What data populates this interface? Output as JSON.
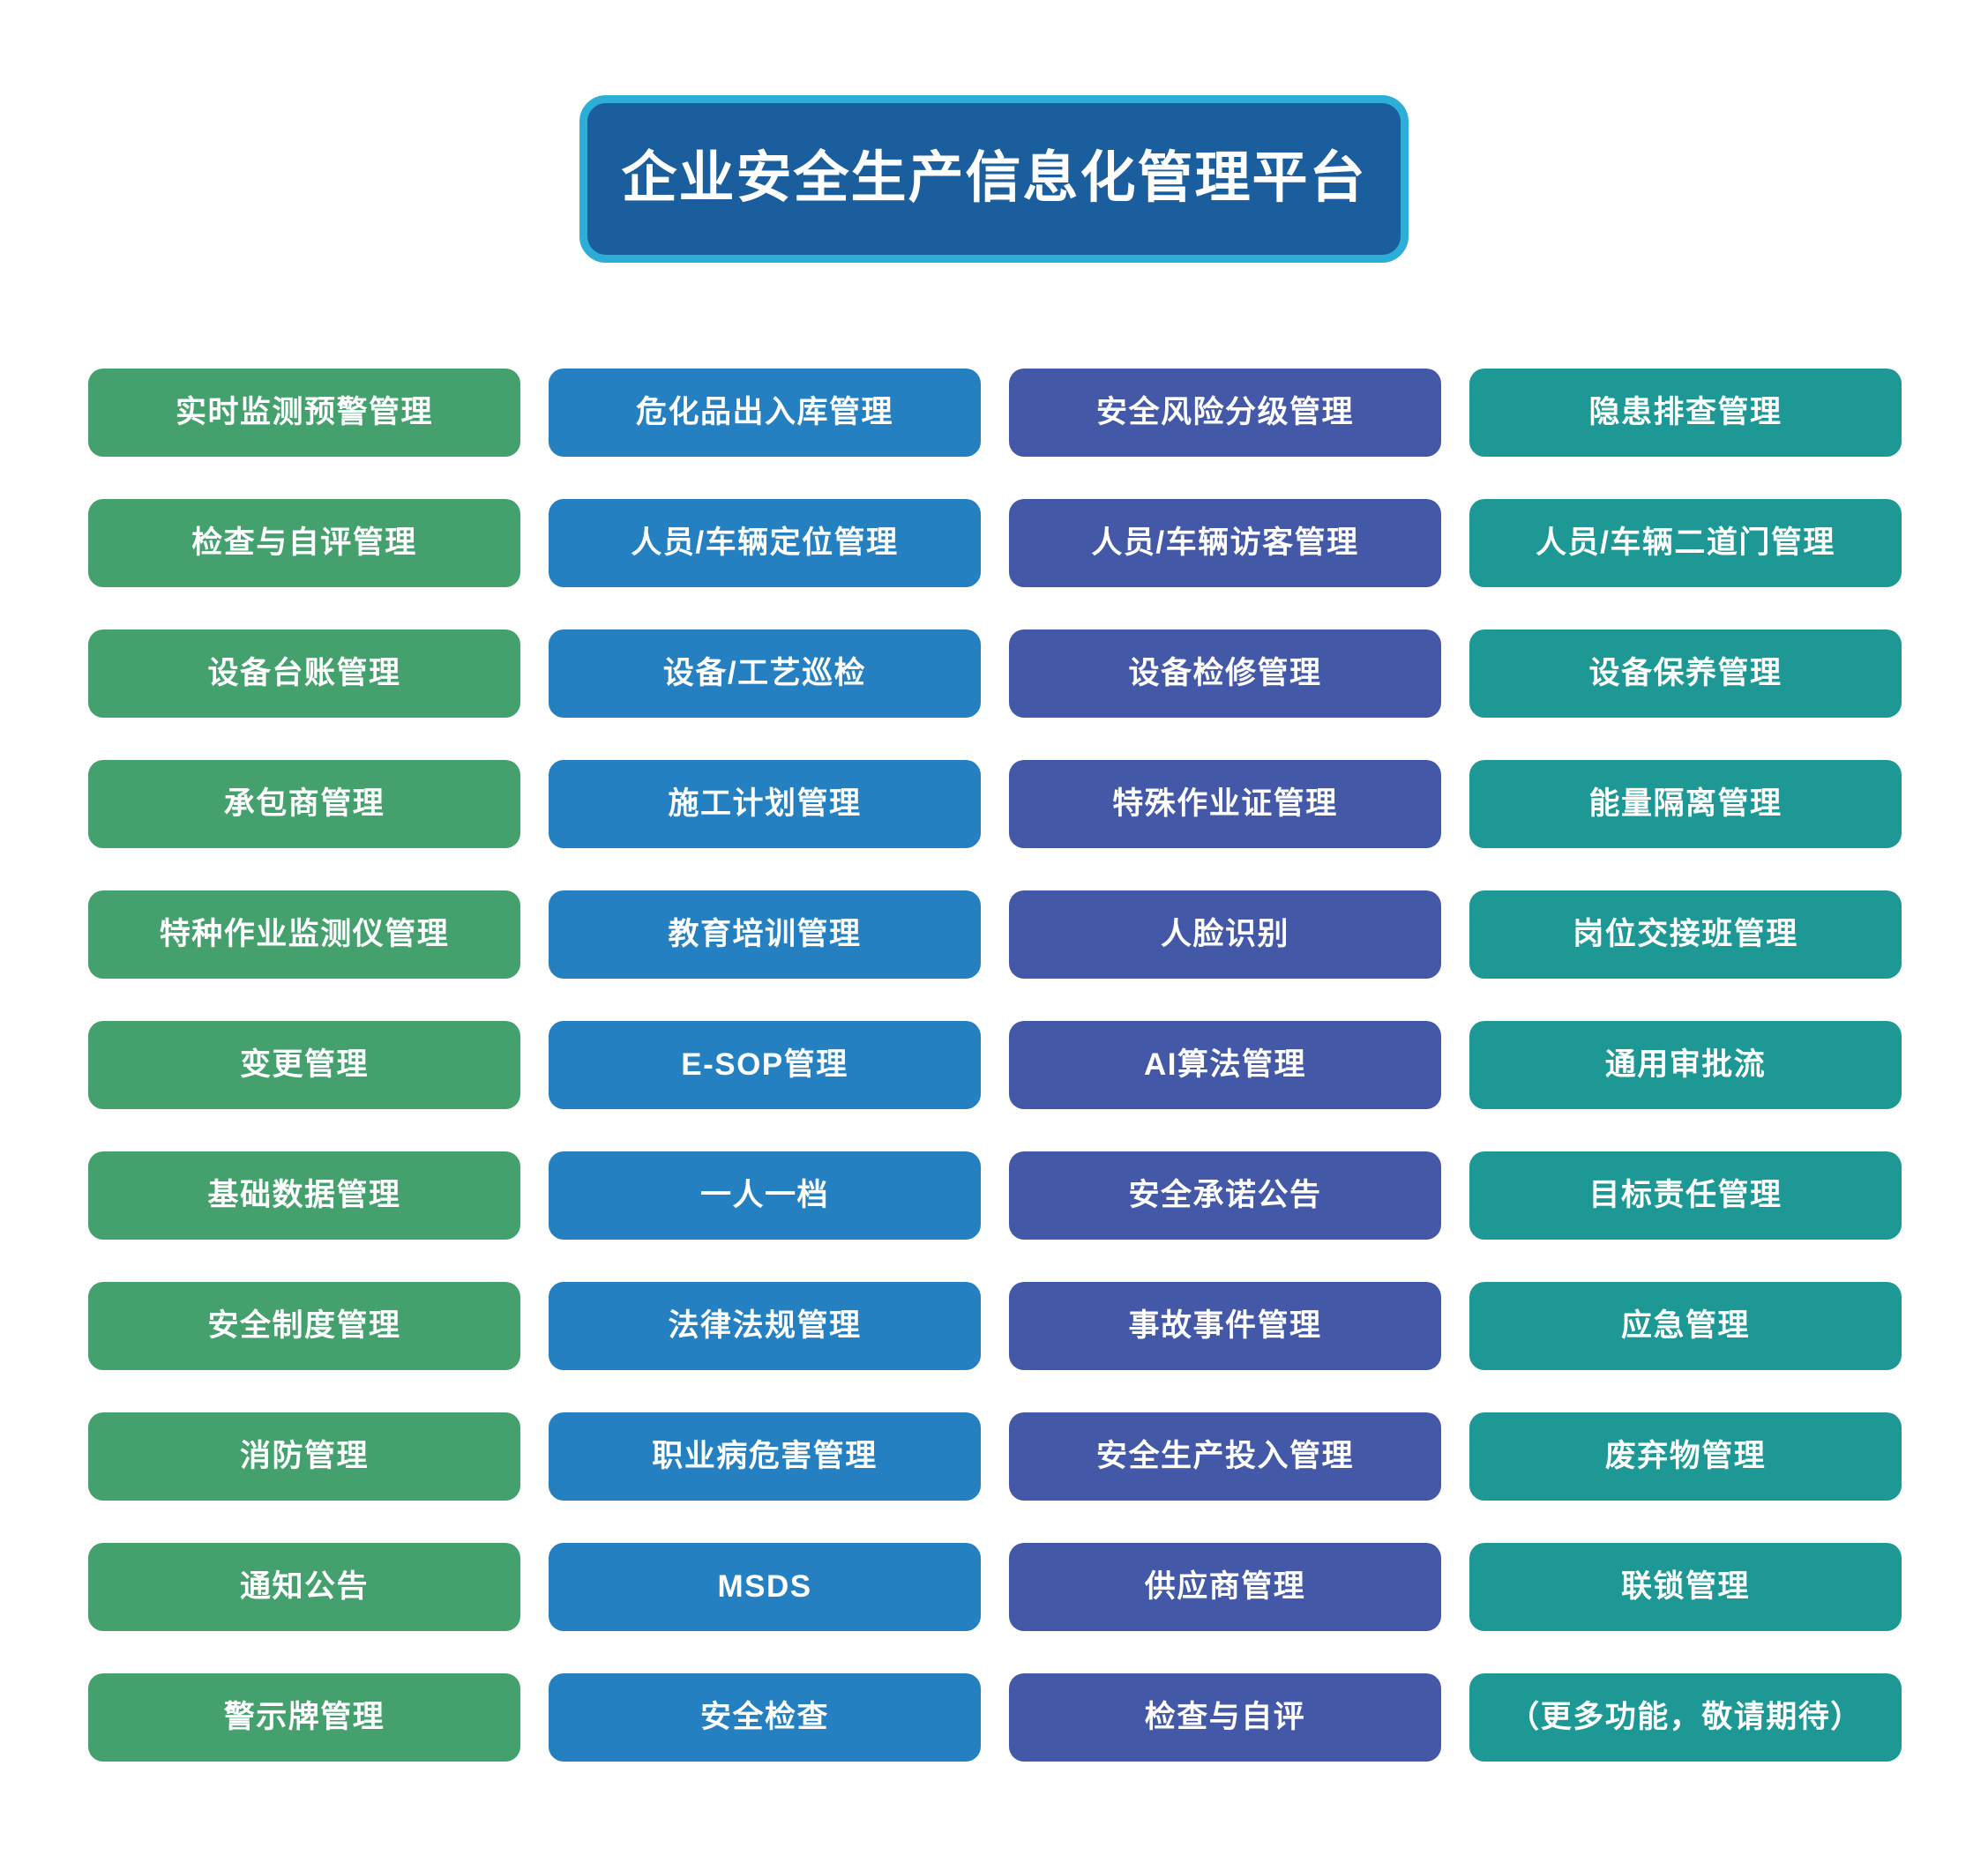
{
  "banner": {
    "title": "企业安全生产信息化管理平台",
    "border_color": "#2CAED6",
    "fill_color": "#1B5E9E",
    "text_color": "#FFFFFF"
  },
  "columns": [
    {
      "index": 0,
      "name": "green-column",
      "color": "#44A06D"
    },
    {
      "index": 1,
      "name": "blue-column",
      "color": "#2480C0"
    },
    {
      "index": 2,
      "name": "indigo-column",
      "color": "#4458A8"
    },
    {
      "index": 3,
      "name": "teal-column",
      "color": "#1E9894"
    }
  ],
  "rows": [
    [
      "实时监测预警管理",
      "危化品出入库管理",
      "安全风险分级管理",
      "隐患排查管理"
    ],
    [
      "检查与自评管理",
      "人员/车辆定位管理",
      "人员/车辆访客管理",
      "人员/车辆二道门管理"
    ],
    [
      "设备台账管理",
      "设备/工艺巡检",
      "设备检修管理",
      "设备保养管理"
    ],
    [
      "承包商管理",
      "施工计划管理",
      "特殊作业证管理",
      "能量隔离管理"
    ],
    [
      "特种作业监测仪管理",
      "教育培训管理",
      "人脸识别",
      "岗位交接班管理"
    ],
    [
      "变更管理",
      "E-SOP管理",
      "AI算法管理",
      "通用审批流"
    ],
    [
      "基础数据管理",
      "一人一档",
      "安全承诺公告",
      "目标责任管理"
    ],
    [
      "安全制度管理",
      "法律法规管理",
      "事故事件管理",
      "应急管理"
    ],
    [
      "消防管理",
      "职业病危害管理",
      "安全生产投入管理",
      "废弃物管理"
    ],
    [
      "通知公告",
      "MSDS",
      "供应商管理",
      "联锁管理"
    ],
    [
      "警示牌管理",
      "安全检查",
      "检查与自评",
      "（更多功能，敬请期待）"
    ]
  ]
}
